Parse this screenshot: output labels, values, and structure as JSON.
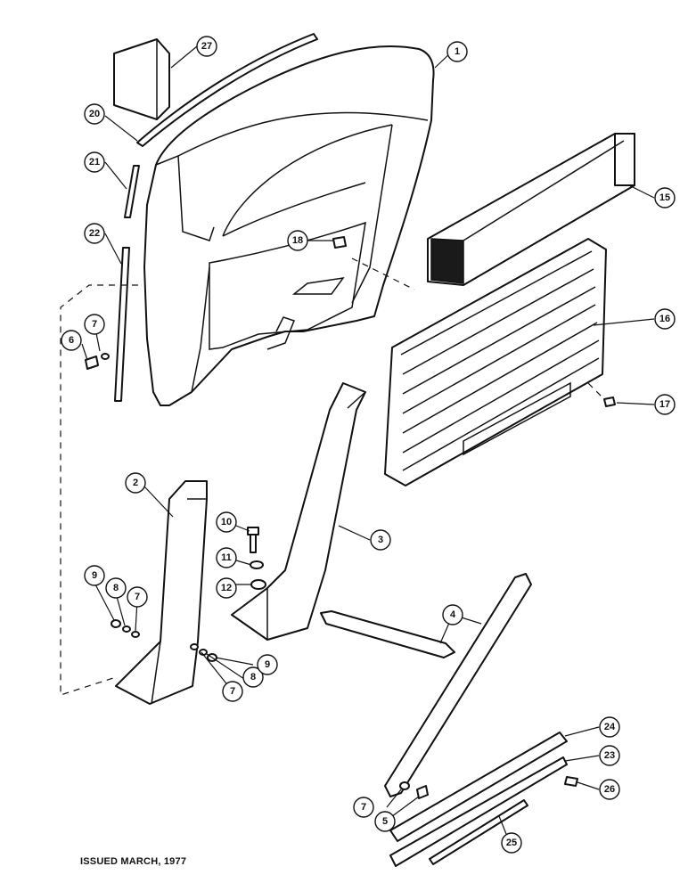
{
  "footer": {
    "issued": "ISSUED MARCH, 1977"
  },
  "callouts": {
    "c1": "1",
    "c2": "2",
    "c3": "3",
    "c4": "4",
    "c5": "5",
    "c6": "6",
    "c7a": "7",
    "c7b": "7",
    "c7c": "7",
    "c7d": "7",
    "c8a": "8",
    "c8b": "8",
    "c9a": "9",
    "c9b": "9",
    "c10": "10",
    "c11": "11",
    "c12": "12",
    "c15": "15",
    "c16": "16",
    "c17": "17",
    "c18": "18",
    "c20": "20",
    "c21": "21",
    "c22": "22",
    "c23": "23",
    "c24": "24",
    "c25": "25",
    "c26": "26",
    "c27": "27"
  }
}
